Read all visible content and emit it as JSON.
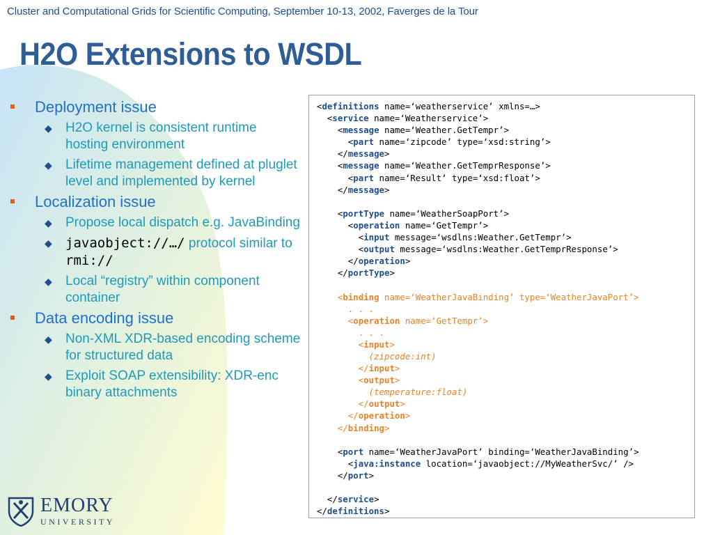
{
  "header": {
    "conference": "Cluster and Computational Grids for Scientific Computing, September 10-13, 2002, Faverges de la Tour"
  },
  "slide": {
    "title": "H2O Extensions to WSDL"
  },
  "bullets": [
    {
      "text": "Deployment issue",
      "sub": [
        {
          "text": "H2O kernel is consistent runtime hosting environment"
        },
        {
          "text": "Lifetime management defined at pluglet level and implemented by kernel"
        }
      ]
    },
    {
      "text": "Localization issue",
      "sub": [
        {
          "text": "Propose local dispatch e.g. JavaBinding"
        },
        {
          "code": "javaobject://…/",
          "text_after": " protocol similar to ",
          "code2": "rmi://"
        },
        {
          "text": "Local “registry” within component container"
        }
      ]
    },
    {
      "text": "Data encoding issue",
      "sub": [
        {
          "text": "Non-XML XDR-based encoding scheme for structured data"
        },
        {
          "text": "Exploit SOAP extensibility: XDR-enc binary attachments"
        }
      ]
    }
  ],
  "code": [
    {
      "indent": "",
      "open": "<",
      "tag": "definitions",
      "rest": " name=‘weatherservice’ xmlns=…>"
    },
    {
      "indent": "  ",
      "open": "<",
      "tag": "service",
      "rest": " name=‘Weatherservice’>"
    },
    {
      "indent": "    ",
      "open": "<",
      "tag": "message",
      "rest": " name=‘Weather.GetTempr’>"
    },
    {
      "indent": "      ",
      "open": "<",
      "tag": "part",
      "rest": " name=‘zipcode’ type=‘xsd:string’>"
    },
    {
      "indent": "    ",
      "open": "</",
      "tag": "message",
      "rest": ">"
    },
    {
      "indent": "    ",
      "open": "<",
      "tag": "message",
      "rest": " name=‘Weather.GetTemprResponse’>"
    },
    {
      "indent": "      ",
      "open": "<",
      "tag": "part",
      "rest": " name=‘Result’ type=‘xsd:float’>"
    },
    {
      "indent": "    ",
      "open": "</",
      "tag": "message",
      "rest": ">"
    },
    {
      "indent": "",
      "open": "",
      "tag": "",
      "rest": ""
    },
    {
      "indent": "    ",
      "open": "<",
      "tag": "portType",
      "rest": " name=‘WeatherSoapPort’>"
    },
    {
      "indent": "      ",
      "open": "<",
      "tag": "operation",
      "rest": " name=‘GetTempr’>"
    },
    {
      "indent": "        ",
      "open": "<",
      "tag": "input",
      "rest": " message=‘wsdlns:Weather.GetTempr’>"
    },
    {
      "indent": "        ",
      "open": "<",
      "tag": "output",
      "rest": " message=‘wsdlns:Weather.GetTemprResponse’>"
    },
    {
      "indent": "      ",
      "open": "</",
      "tag": "operation",
      "rest": ">"
    },
    {
      "indent": "    ",
      "open": "</",
      "tag": "portType",
      "rest": ">"
    },
    {
      "indent": "",
      "open": "",
      "tag": "",
      "rest": ""
    },
    {
      "indent": "    ",
      "open": "<",
      "tag": "binding",
      "rest": " name=‘WeatherJavaBinding’ type=‘WeatherJavaPort’>",
      "hl": true
    },
    {
      "indent": "      ",
      "open": "",
      "tag": "",
      "rest": ". . .",
      "hl": true
    },
    {
      "indent": "      ",
      "open": "<",
      "tag": "operation",
      "rest": " name=‘GetTempr’>",
      "hl": true
    },
    {
      "indent": "        ",
      "open": "",
      "tag": "",
      "rest": ". . .",
      "hl": true
    },
    {
      "indent": "        ",
      "open": "<",
      "tag": "input",
      "rest": ">",
      "hl": true
    },
    {
      "indent": "          ",
      "open": "",
      "tag": "",
      "rest": "(zipcode:int)",
      "hl": true,
      "italic": true
    },
    {
      "indent": "        ",
      "open": "</",
      "tag": "input",
      "rest": ">",
      "hl": true
    },
    {
      "indent": "        ",
      "open": "<",
      "tag": "output",
      "rest": ">",
      "hl": true
    },
    {
      "indent": "          ",
      "open": "",
      "tag": "",
      "rest": "(temperature:float)",
      "hl": true,
      "italic": true
    },
    {
      "indent": "        ",
      "open": "</",
      "tag": "output",
      "rest": ">",
      "hl": true
    },
    {
      "indent": "      ",
      "open": "</",
      "tag": "operation",
      "rest": ">",
      "hl": true
    },
    {
      "indent": "    ",
      "open": "</",
      "tag": "binding",
      "rest": ">",
      "hl": true
    },
    {
      "indent": "",
      "open": "",
      "tag": "",
      "rest": ""
    },
    {
      "indent": "    ",
      "open": "<",
      "tag": "port",
      "rest": " name=‘WeatherJavaPort’ binding=‘WeatherJavaBinding’>"
    },
    {
      "indent": "      ",
      "open": "<",
      "tag": "java:instance",
      "rest": " location=‘javaobject://MyWeatherSvc/’ />"
    },
    {
      "indent": "    ",
      "open": "</",
      "tag": "port",
      "rest": ">"
    },
    {
      "indent": "",
      "open": "",
      "tag": "",
      "rest": ""
    },
    {
      "indent": "  ",
      "open": "</",
      "tag": "service",
      "rest": ">"
    },
    {
      "indent": "",
      "open": "</",
      "tag": "definitions",
      "rest": ">"
    }
  ],
  "logo": {
    "name": "EMORY",
    "sub": "UNIVERSITY"
  },
  "colors": {
    "title": "#2e5e95",
    "bullet_l1": "#2170c8",
    "bullet_l2": "#1f9ab8",
    "bullet_marker": "#e85d14",
    "code_highlight": "#e8832a",
    "swoosh_blue": "#cfe8f8",
    "swoosh_yellow": "#fffbd0"
  }
}
